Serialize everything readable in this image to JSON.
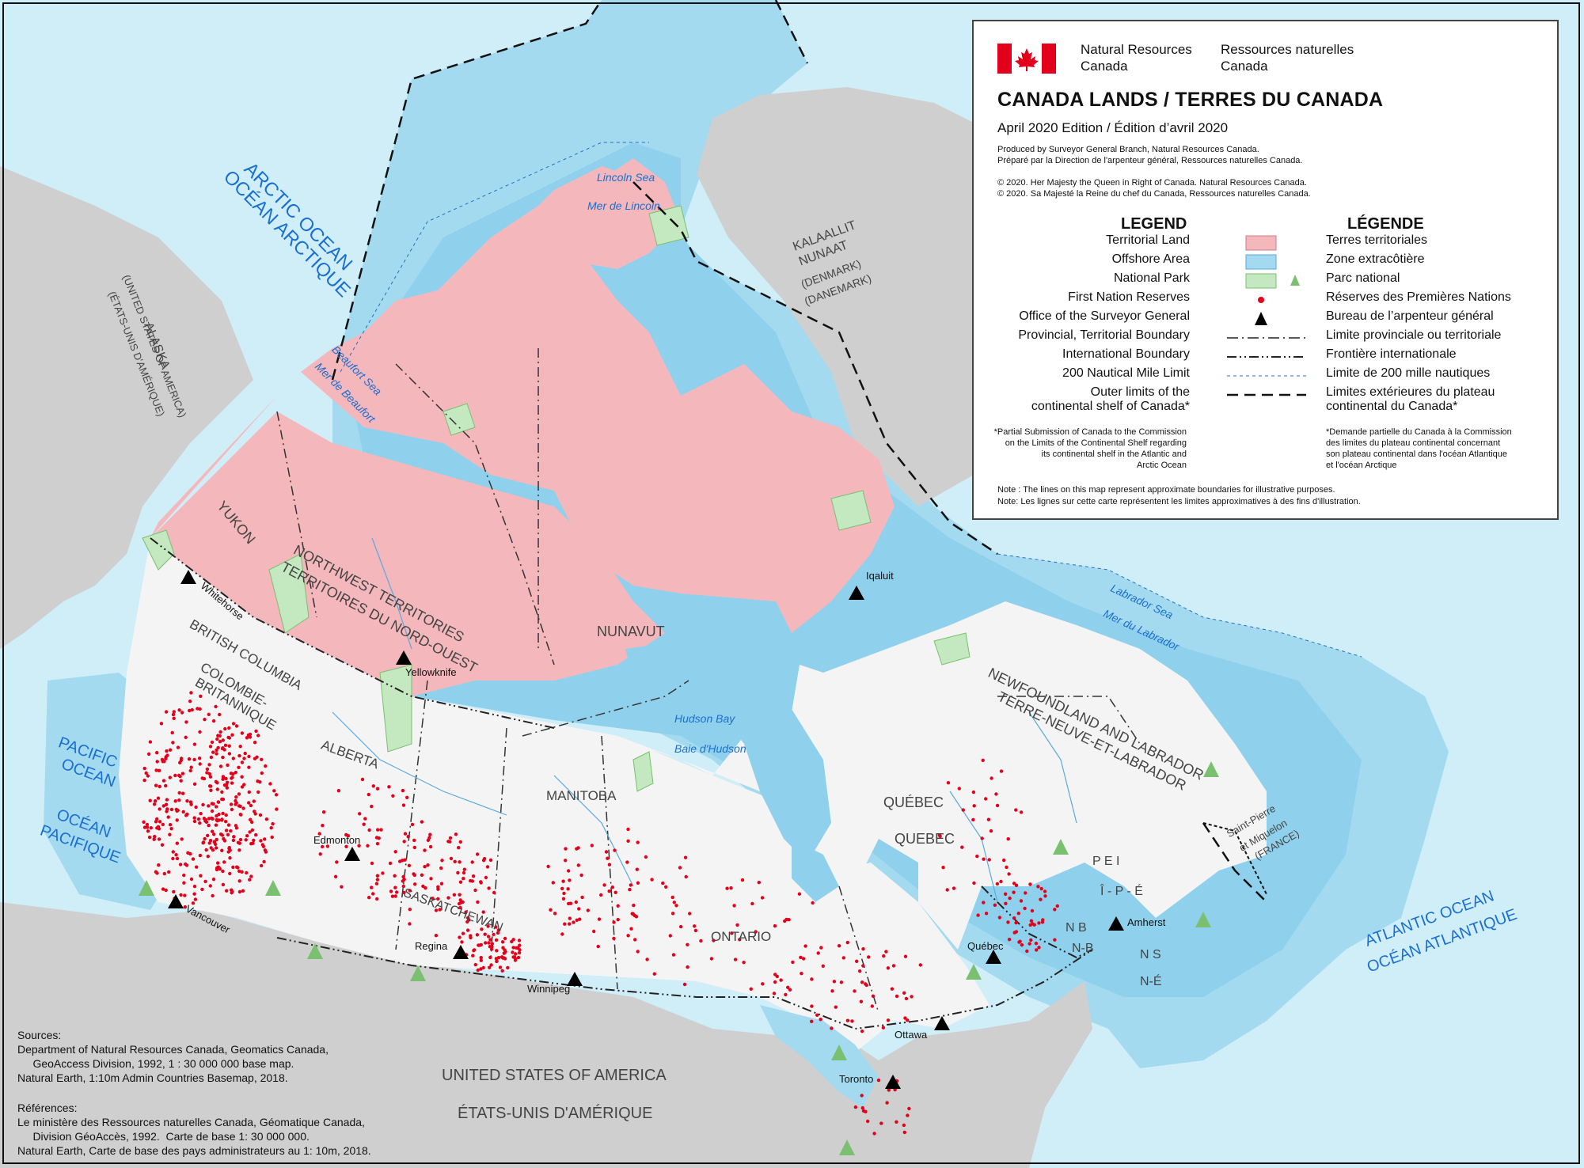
{
  "colors": {
    "ocean": "#cfeef8",
    "offshore": "#a3daf0",
    "territorial": "#f4b8bc",
    "provincial": "#f4f4f4",
    "foreign_land": "#cfcfcf",
    "park": "#c4e8bf",
    "reserve": "#e2001a",
    "office": "#000000",
    "water_label": "#1a6fd1",
    "land_label": "#444444"
  },
  "legend": {
    "org_en": [
      "Natural Resources",
      "Canada"
    ],
    "org_fr": [
      "Ressources naturelles",
      "Canada"
    ],
    "title": "CANADA LANDS / TERRES DU CANADA",
    "edition": "April 2020 Edition / Édition d’avril 2020",
    "produced_en": "Produced by Surveyor General Branch, Natural Resources Canada.",
    "produced_fr": "Préparé par la Direction de l'arpenteur général, Ressources naturelles Canada.",
    "copyright_en": "© 2020.  Her Majesty the Queen in Right of Canada. Natural Resources Canada.",
    "copyright_fr": "© 2020.  Sa Majesté la Reine du chef du Canada, Ressources naturelles Canada.",
    "heading_en": "LEGEND",
    "heading_fr": "LÉGENDE",
    "items": [
      {
        "en": "Territorial Land",
        "fr": "Terres territoriales",
        "symbol": "pink-box"
      },
      {
        "en": "Offshore Area",
        "fr": "Zone extracôtière",
        "symbol": "blue-box"
      },
      {
        "en": "National Park",
        "fr": "Parc national",
        "symbol": "green-box-tree"
      },
      {
        "en": "First Nation Reserves",
        "fr": "Réserves des Premières Nations",
        "symbol": "red-dot"
      },
      {
        "en": "Office of the Surveyor General",
        "fr": "Bureau de l’arpenteur général",
        "symbol": "triangle"
      },
      {
        "en": "Provincial, Territorial Boundary",
        "fr": "Limite provinciale ou territoriale",
        "symbol": "dash-dot"
      },
      {
        "en": "International Boundary",
        "fr": "Frontière internationale",
        "symbol": "dash-dot-dot"
      },
      {
        "en": "200  Nautical Mile Limit",
        "fr": "Limite de 200 mille nautiques",
        "symbol": "fine-dash"
      },
      {
        "en": [
          "Outer limits of the",
          "continental shelf of Canada*"
        ],
        "fr": [
          "Limites extérieures du plateau",
          "continental du Canada*"
        ],
        "symbol": "long-dash"
      }
    ],
    "note_en": [
      "*Partial Submission of Canada to the Commission",
      "on the Limits of the Continental Shelf regarding",
      "its continental shelf in the Atlantic and",
      "Arctic Ocean"
    ],
    "note_fr": [
      "*Demande partielle du Canada à la Commission",
      "des limites du plateau continental concernant",
      "son plateau continental dans l'océan Atlantique",
      "et l'océan Arctique"
    ],
    "footnote_en": "Note :  The lines on this map represent approximate boundaries for illustrative purposes.",
    "footnote_fr": "Note:  Les lignes sur cette carte représentent les limites approximatives à des fins d'illustration."
  },
  "labels": {
    "arctic_ocean": [
      "ARCTIC  OCEAN",
      "OCÉAN  ARCTIQUE"
    ],
    "pacific_ocean": [
      "PACIFIC",
      "OCEAN",
      "OCÉAN",
      "PACIFIQUE"
    ],
    "atlantic_ocean": [
      "ATLANTIC OCEAN",
      "OCÉAN ATLANTIQUE"
    ],
    "lincoln_sea": [
      "Lincoln Sea",
      "Mer de Lincoln"
    ],
    "beaufort_sea": [
      "Beaufort Sea",
      "Mer de Beaufort"
    ],
    "labrador_sea": [
      "Labrador Sea",
      "Mer du Labrador"
    ],
    "hudson_bay": [
      "Hudson Bay",
      "Baie d'Hudson"
    ],
    "greenland": [
      "KALAALLIT",
      "NUNAAT",
      "(DENMARK)",
      "(DANEMARK)"
    ],
    "alaska": [
      "ALASKA",
      "(UNITED STATES OF AMERICA)",
      "(ÉTATS-UNIS D'AMÉRIQUE)"
    ],
    "usa": [
      "UNITED STATES OF AMERICA",
      "ÉTATS-UNIS D'AMÉRIQUE"
    ],
    "yukon": "YUKON",
    "nwt": [
      "NORTHWEST  TERRITORIES",
      "TERRITOIRES  DU  NORD-OUEST"
    ],
    "nunavut": "NUNAVUT",
    "bc": [
      "BRITISH COLUMBIA",
      "COLOMBIE-",
      "BRITANNIQUE"
    ],
    "alberta": "ALBERTA",
    "saskatchewan": "SASKATCHEWAN",
    "manitoba": "MANITOBA",
    "ontario": "ONTARIO",
    "quebec": [
      "QUÉBEC",
      "QUEBEC"
    ],
    "nl": [
      "NEWFOUNDLAND AND LABRADOR",
      "TERRE-NEUVE-ET-LABRADOR"
    ],
    "pei": [
      "P E I",
      "Î - P - É"
    ],
    "nb": [
      "N B",
      "N-B"
    ],
    "ns": [
      "N S",
      "N-É"
    ],
    "spm": [
      "Saint-Pierre",
      "et Miquelon",
      "(FRANCE)"
    ]
  },
  "cities": [
    "Whitehorse",
    "Yellowknife",
    "Iqaluit",
    "Edmonton",
    "Vancouver",
    "Regina",
    "Winnipeg",
    "Toronto",
    "Ottawa",
    "Québec",
    "Amherst"
  ],
  "sources": {
    "heading_en": "Sources:",
    "lines_en": [
      "Department of Natural Resources Canada, Geomatics Canada,",
      "     GeoAccess Division, 1992, 1 : 30 000 000 base map.",
      "Natural Earth, 1:10m Admin Countries Basemap, 2018."
    ],
    "heading_fr": "Références:",
    "lines_fr": [
      "Le ministère des Ressources naturelles Canada, Géomatique Canada,",
      "     Division GéoAccès, 1992.  Carte de base 1: 30 000 000.",
      "Natural Earth, Carte de base des pays administrateurs au 1: 10m, 2018."
    ]
  }
}
